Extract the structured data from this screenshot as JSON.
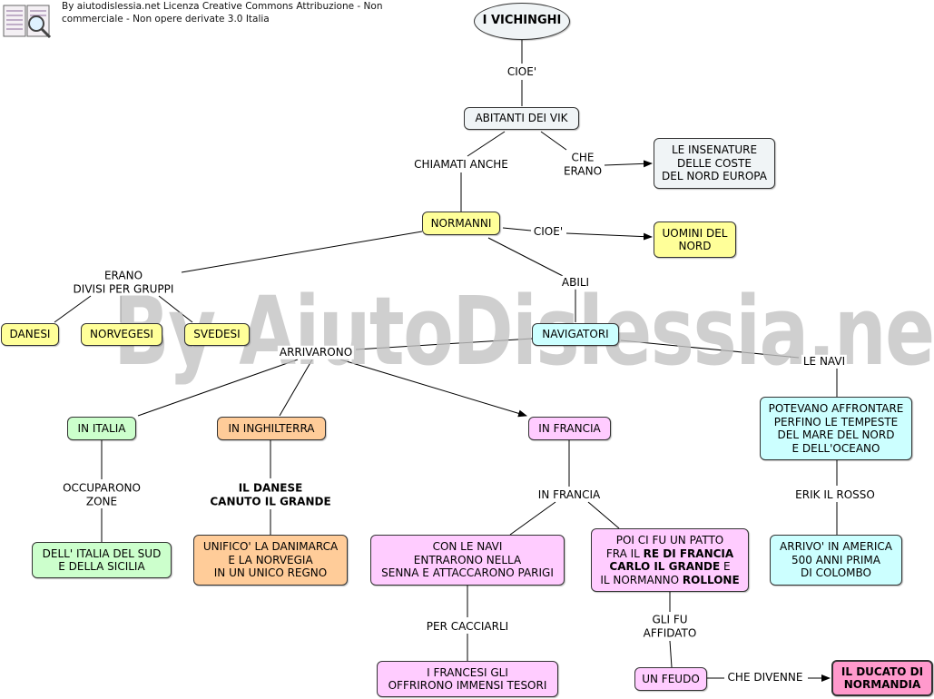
{
  "license": "By aiutodislessia.net Licenza Creative Commons Attribuzione - Non commerciale - Non opere derivate 3.0 Italia",
  "watermark": "By AiutoDislessia.net",
  "nodes": {
    "vichinghi": "I VICHINGHI",
    "abitanti": "ABITANTI DEI VIK",
    "insenature": "LE INSENATURE\nDELLE COSTE\nDEL NORD EUROPA",
    "normanni": "NORMANNI",
    "uomini": "UOMINI DEL\nNORD",
    "danesi": "DANESI",
    "norvegesi": "NORVEGESI",
    "svedesi": "SVEDESI",
    "navigatori": "NAVIGATORI",
    "italia": "IN ITALIA",
    "inghilterra": "IN INGHILTERRA",
    "francia": "IN FRANCIA",
    "potevano": "POTEVANO AFFRONTARE\nPERFINO LE TEMPESTE\nDEL MARE DEL NORD\nE DELL'OCEANO",
    "sud": "DELL' ITALIA DEL SUD\nE DELLA SICILIA",
    "unifico": "UNIFICO' LA DANIMARCA\nE LA NORVEGIA\nIN UN UNICO REGNO",
    "navi": "CON LE NAVI\nENTRARONO NELLA\nSENNA E ATTACCARONO PARIGI",
    "patto": {
      "l1": "POI CI FU UN PATTO",
      "l2a": "FRA IL ",
      "l2b": "RE DI FRANCIA",
      "l3a": "CARLO IL GRANDE",
      "l3b": " E",
      "l4a": "IL NORMANNO ",
      "l4b": "ROLLONE"
    },
    "america": "ARRIVO' IN AMERICA\n500 ANNI PRIMA\nDI COLOMBO",
    "tesori": "I FRANCESI GLI\nOFFRIRONO IMMENSI TESORI",
    "feudo": "UN FEUDO",
    "ducato": "IL DUCATO DI\nNORMANDIA"
  },
  "labels": {
    "cioe1": "CIOE'",
    "chiamati": "CHIAMATI ANCHE",
    "che_erano": "CHE\nERANO",
    "cioe2": "CIOE'",
    "erano_divisi": "ERANO\nDIVISI PER GRUPPI",
    "abili": "ABILI",
    "arrivarono": "ARRIVARONO",
    "le_navi": "LE NAVI",
    "occuparono": "OCCUPARONO\nZONE",
    "danese": "IL DANESE\nCANUTO IL GRANDE",
    "in_francia": "IN FRANCIA",
    "erik": "ERIK IL ROSSO",
    "cacciarli": "PER CACCIARLI",
    "gli_fu": "GLI FU\nAFFIDATO",
    "che_divenne": "CHE DIVENNE"
  },
  "colors": {
    "yellow": "#ffff99",
    "light_gray": "#f0f4f6",
    "cyan": "#ccffff",
    "green": "#ccffcc",
    "orange": "#ffcc99",
    "pink": "#ffccff",
    "dark_pink": "#ff99cc"
  }
}
